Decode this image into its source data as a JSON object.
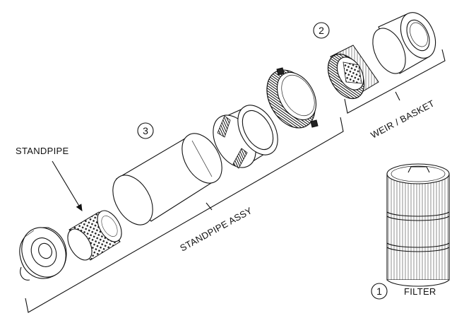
{
  "labels": {
    "standpipe": "STANDPIPE",
    "standpipe_assy": "STANDPIPE ASSY",
    "weir_basket": "WEIR / BASKET",
    "filter": "FILTER"
  },
  "callouts": {
    "filter": "1",
    "weir_basket": "2",
    "standpipe_assy": "3"
  }
}
